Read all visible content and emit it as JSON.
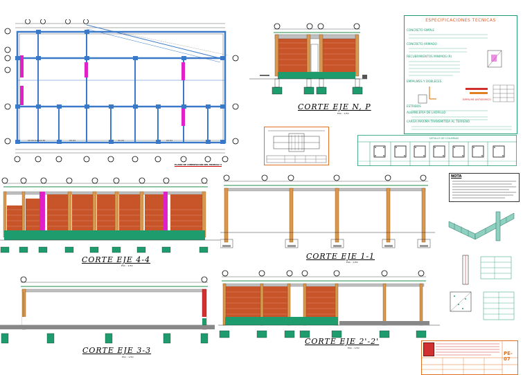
{
  "sheet": {
    "sections": {
      "np": {
        "title": "CORTE EJE N, P",
        "scale": "ESC. : 1/50"
      },
      "s44": {
        "title": "CORTE EJE 4-4",
        "scale": "ESC. : 1/50"
      },
      "s11": {
        "title": "CORTE EJE 1-1",
        "scale": "ESC. : 1/50"
      },
      "s33": {
        "title": "CORTE EJE 3-3",
        "scale": "ESC. : 1/50"
      },
      "s22": {
        "title": "CORTE EJE 2'-2'",
        "scale": "ESC. : 1/50"
      }
    },
    "plan_caption": "PLANO DE CIMENTACION DEL MODULO 3",
    "specs": {
      "title": "ESPECIFICACIONES TECNICAS",
      "headings": [
        "CONCRETO SIMPLE",
        "CONCRETO ARMADO",
        "RECUBRIMIENTOS MINIMOS (R)",
        "EMPALMES Y DOBLECES",
        "ESTRIBOS",
        "ALBAÑILERIA DE LADRILLO",
        "CARGA MAXIMA TRANSMITIDA AL TERRENO"
      ],
      "detail_label": "EMPALME ANTISISMICO"
    },
    "notes_title": "NOTA",
    "detail_title": "DETALLE DE COLUMNAS",
    "sheet_number": "PE-07",
    "colors": {
      "grid_blue": "#3a78c8",
      "brick": "#c8542a",
      "ground": "#1e9c6e",
      "axis": "#1e8c4a",
      "magenta": "#e020c8"
    }
  }
}
